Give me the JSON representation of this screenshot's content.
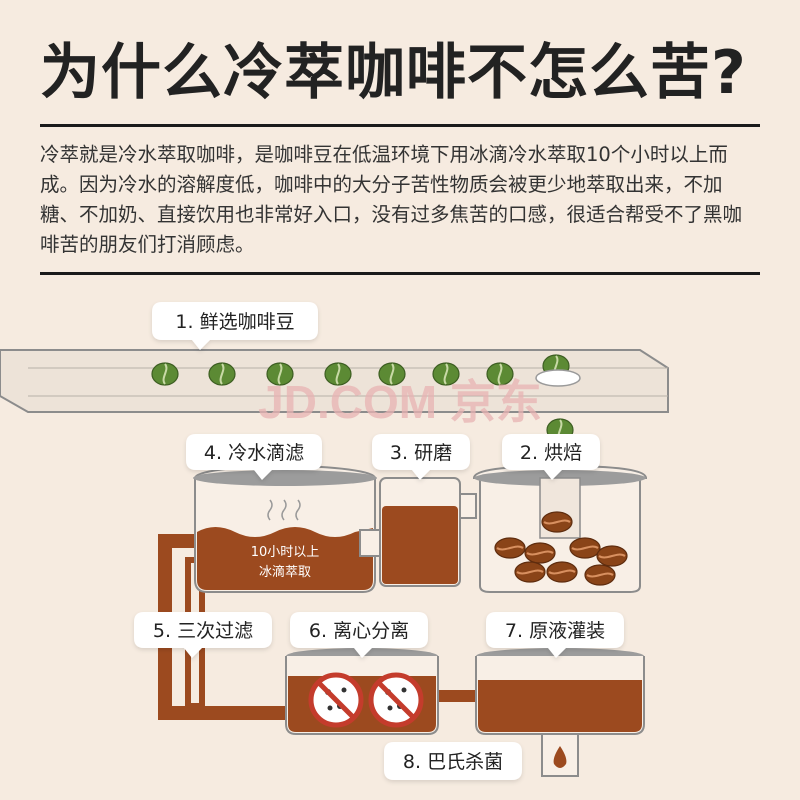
{
  "title": "为什么冷萃咖啡不怎么苦?",
  "description": "冷萃就是冷水萃取咖啡，是咖啡豆在低温环境下用冰滴冷水萃取10个小时以上而成。因为冷水的溶解度低，咖啡中的大分子苦性物质会被更少地萃取出来，不加糖、不加奶、直接饮用也非常好入口，没有过多焦苦的口感，很适合帮受不了黑咖啡苦的朋友们打消顾虑。",
  "steps": {
    "s1": "1. 鲜选咖啡豆",
    "s2": "2. 烘焙",
    "s3": "3. 研磨",
    "s4": "4. 冷水滴滤",
    "s5": "5. 三次过滤",
    "s6": "6. 离心分离",
    "s7": "7. 原液灌装",
    "s8": "8. 巴氏杀菌"
  },
  "tank_label": {
    "line1": "10小时以上",
    "line2": "冰滴萃取"
  },
  "watermark": "JD.COM 京东",
  "colors": {
    "background": "#f6ebe0",
    "coffee": "#9c4a1f",
    "green_bean": "#5c8a34",
    "roasted_bean": "#8a4418",
    "watermark": "#e8b3b3"
  }
}
